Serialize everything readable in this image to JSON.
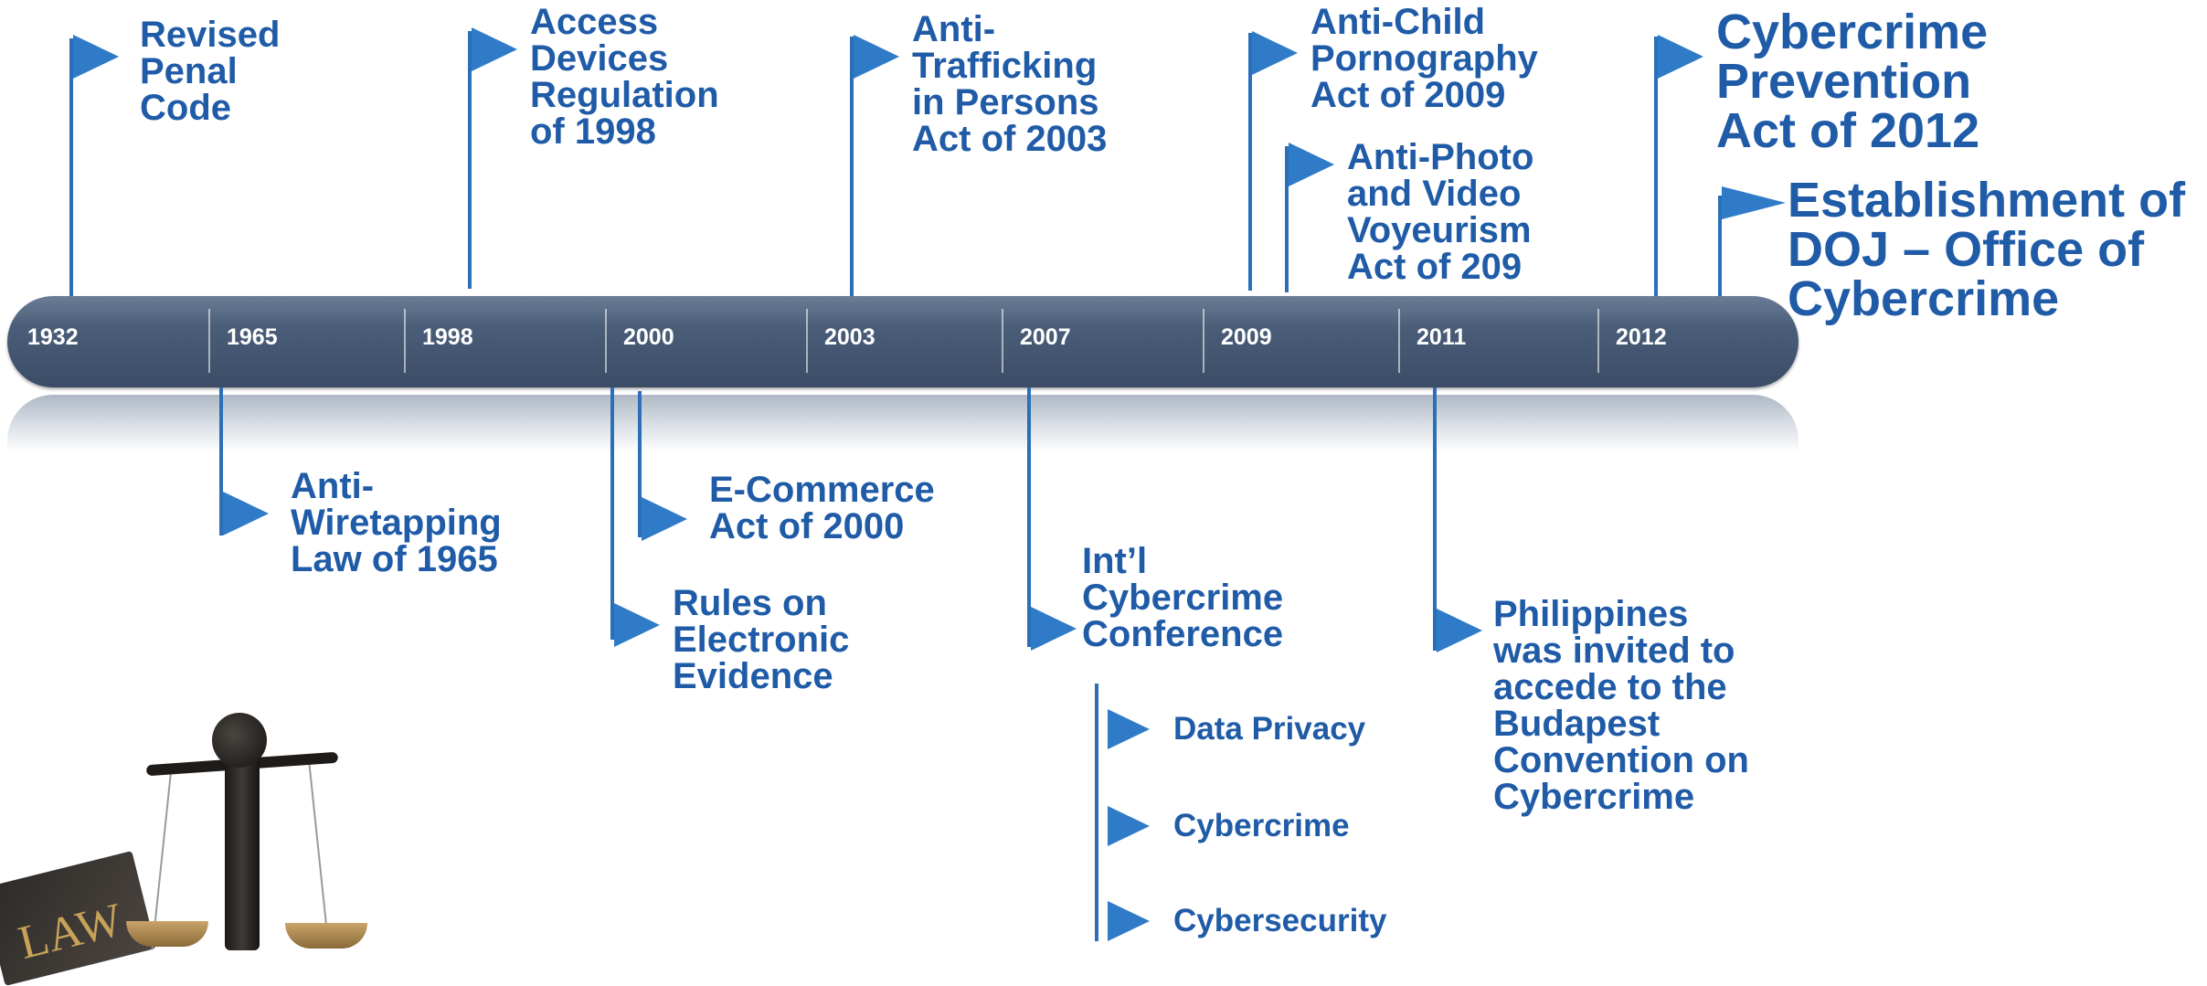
{
  "timeline": {
    "years": [
      "1932",
      "1965",
      "1998",
      "2000",
      "2003",
      "2007",
      "2009",
      "2011",
      "2012"
    ]
  },
  "events_above": [
    {
      "label_lines": [
        "Revised",
        "Penal",
        "Code"
      ]
    },
    {
      "label_lines": [
        "Access",
        "Devices",
        "Regulation",
        "of 1998"
      ]
    },
    {
      "label_lines": [
        "Anti-",
        "Trafficking",
        "in Persons",
        "Act of 2003"
      ]
    },
    {
      "label_lines": [
        "Anti-Child",
        "Pornography",
        "Act of 2009"
      ]
    },
    {
      "label_lines": [
        "Anti-Photo",
        "and Video",
        "Voyeurism",
        "Act of 209"
      ]
    },
    {
      "label_lines": [
        "Cybercrime",
        "Prevention",
        "Act of 2012"
      ]
    },
    {
      "label_lines": [
        "Establishment of",
        "DOJ – Office of",
        "Cybercrime"
      ]
    }
  ],
  "events_below": [
    {
      "label_lines": [
        "Anti-",
        "Wiretapping",
        "Law of 1965"
      ]
    },
    {
      "label_lines": [
        "E-Commerce",
        "Act of 2000"
      ]
    },
    {
      "label_lines": [
        "Rules on",
        "Electronic",
        "Evidence"
      ]
    },
    {
      "label_lines": [
        "Int’l",
        "Cybercrime",
        "Conference"
      ]
    },
    {
      "label_lines": [
        "Philippines",
        "was invited to",
        "accede to the",
        "Budapest",
        "Convention on",
        "Cybercrime"
      ]
    }
  ],
  "conference_topics": [
    "Data Privacy",
    "Cybercrime",
    "Cybersecurity"
  ],
  "image": {
    "book_text": "LAW"
  },
  "colors": {
    "label": "#1f5ba7",
    "flag": "#2f7bc8",
    "bar": "#4a5d78"
  }
}
